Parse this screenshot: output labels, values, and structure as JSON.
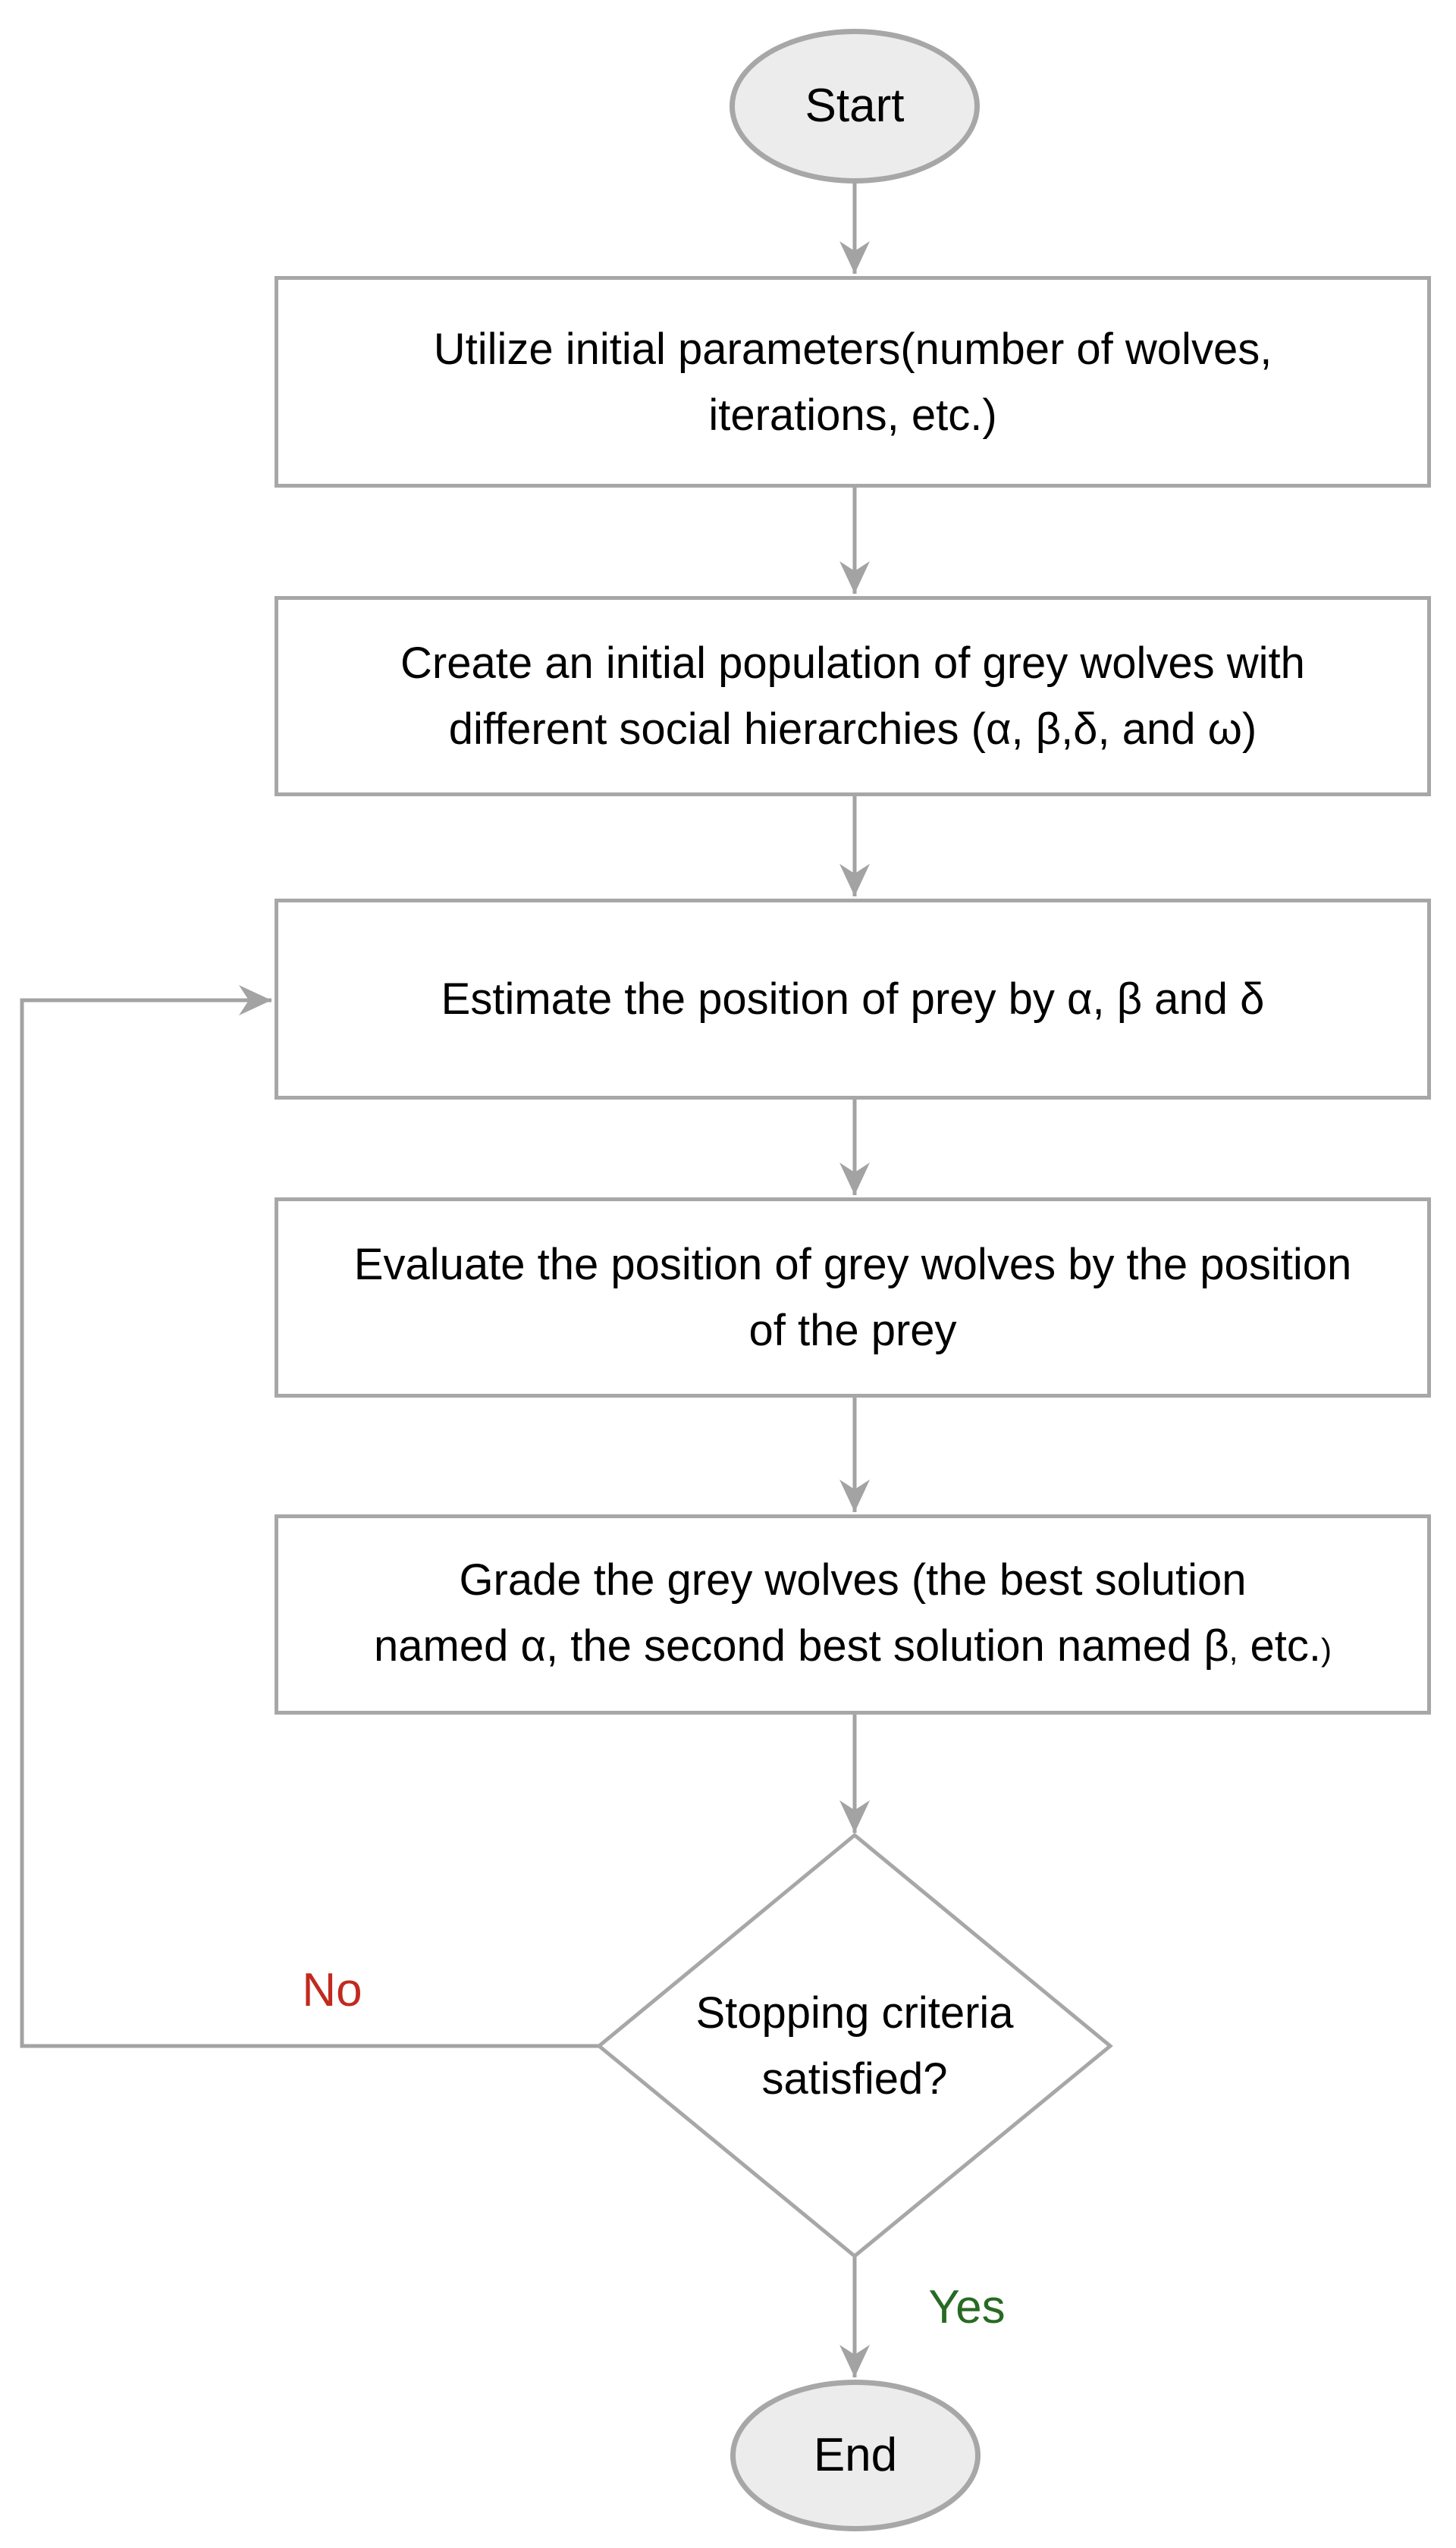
{
  "colors": {
    "connector_gray": "#a3a3a3",
    "shape_border_gray": "#a7a7a7",
    "terminator_fill": "#ececec",
    "process_fill": "#ffffff",
    "text": "#000000",
    "no_label_red": "#c12a1f",
    "yes_label_green": "#286a24",
    "background": "#ffffff"
  },
  "flowchart": {
    "start": {
      "label": "Start"
    },
    "init_params": {
      "line1": "Utilize initial parameters(number of wolves,",
      "line2": "iterations, etc.)"
    },
    "create_population": {
      "line1": "Create an initial population of grey wolves with",
      "line2": "different social hierarchies (α, β,δ, and ω)"
    },
    "estimate_prey": {
      "line1": "Estimate the position of prey by α, β and δ"
    },
    "evaluate_wolves": {
      "line1": "Evaluate the position of grey wolves by the position",
      "line2": "of the prey"
    },
    "grade_wolves": {
      "line1": "Grade the grey wolves (the best solution",
      "line2_a": "named α, the second best solution named β",
      "line2_b": ",",
      "line2_c": " etc.",
      "line2_d": ")"
    },
    "decision": {
      "line1": "Stopping criteria",
      "line2": "satisfied?"
    },
    "end": {
      "label": "End"
    },
    "edge_no": "No",
    "edge_yes": "Yes"
  }
}
